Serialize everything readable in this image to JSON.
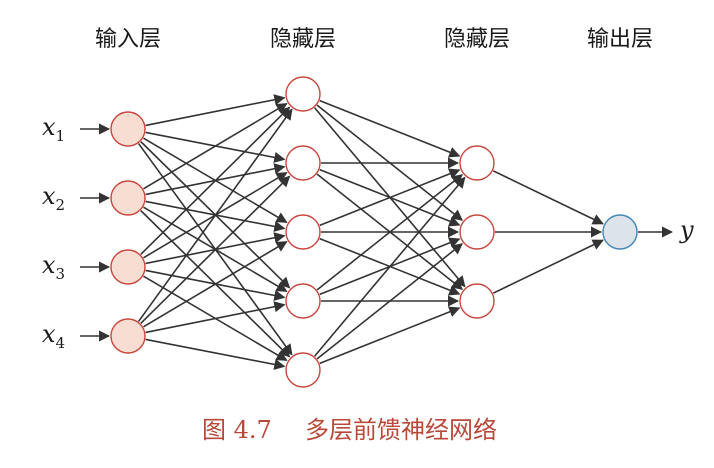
{
  "layers": [
    {
      "label": "输入层",
      "neurons": 4,
      "kind": "input"
    },
    {
      "label": "隐藏层",
      "neurons": 5,
      "kind": "hidden"
    },
    {
      "label": "隐藏层",
      "neurons": 3,
      "kind": "hidden"
    },
    {
      "label": "输出层",
      "neurons": 1,
      "kind": "output"
    }
  ],
  "inputs": [
    {
      "name": "x",
      "sub": "1"
    },
    {
      "name": "x",
      "sub": "2"
    },
    {
      "name": "x",
      "sub": "3"
    },
    {
      "name": "x",
      "sub": "4"
    }
  ],
  "output": {
    "name": "y"
  },
  "caption": {
    "number": "图 4.7",
    "text": "多层前馈神经网络"
  },
  "colors": {
    "input_fill": "#f8ddd2",
    "input_stroke": "#c9453d",
    "hidden_fill": "#ffffff",
    "hidden_stroke": "#c9453d",
    "output_fill": "#dde3ea",
    "output_stroke": "#3f86b8",
    "edge": "#333333",
    "caption": "#b8483a"
  }
}
